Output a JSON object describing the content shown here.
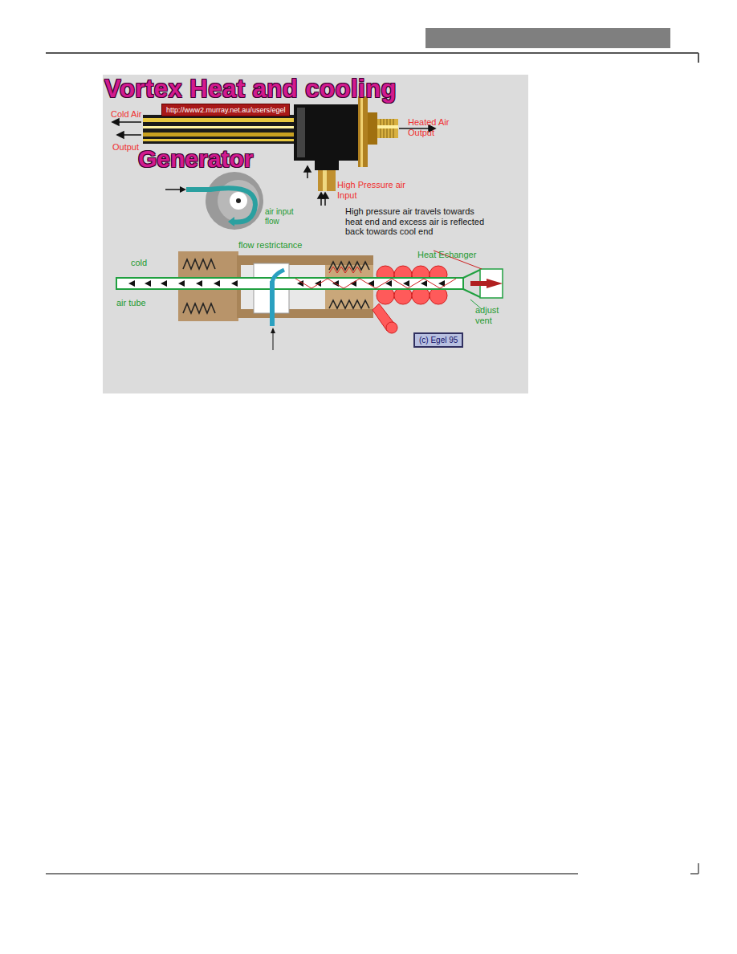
{
  "diagram": {
    "title": "Vortex Heat and cooling",
    "nodes": [
      {
        "text": [
          "http://www2.murray.net.au/users/egel"
        ]
      },
      {
        "text": [
          "(c) Egel 95"
        ]
      }
    ],
    "labels": [
      "Cold Air",
      "Output",
      "Heated Air Output",
      "Generator",
      "High Pressure air Input",
      "air input flow",
      "High pressure air travels towards heat end and excess air is reflected back towards cool end",
      "flow restrictance",
      "cold",
      "Heat Echanger",
      "air tube",
      "adjust vent"
    ]
  }
}
